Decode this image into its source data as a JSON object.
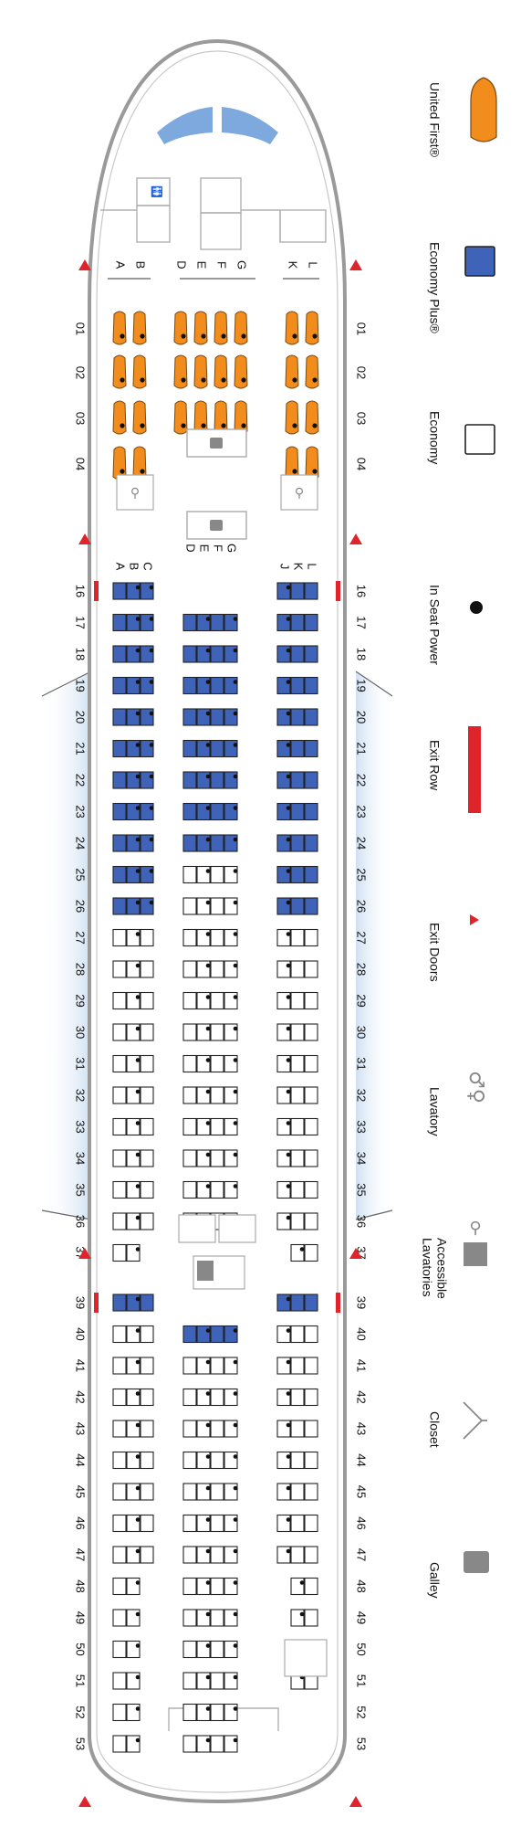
{
  "legend": {
    "united_first": "United First®",
    "economy_plus": "Economy Plus®",
    "economy": "Economy",
    "in_seat_power": "In Seat Power",
    "exit_row": "Exit Row",
    "exit_doors": "Exit Doors",
    "lavatory": "Lavatory",
    "accessible_lavatories_line1": "Accessible",
    "accessible_lavatories_line2": "Lavatories",
    "closet": "Closet",
    "galley": "Galley"
  },
  "colors": {
    "first": "#f28c1c",
    "economy_plus": "#3f63b8",
    "economy": "#ffffff",
    "exit_row": "#e0242b",
    "window_glow": "#cfe0f2",
    "fuselage": "#9a9a9a"
  },
  "first_class": {
    "rows": [
      "01",
      "02",
      "03",
      "04"
    ],
    "left_letters": [
      "A",
      "B"
    ],
    "center_letters": [
      "D",
      "E",
      "F",
      "G"
    ],
    "right_letters": [
      "K",
      "L"
    ]
  },
  "cabin": {
    "left_letters": [
      "A",
      "B",
      "C"
    ],
    "center_letters": [
      "D",
      "E",
      "F",
      "G"
    ],
    "right_letters": [
      "J",
      "K",
      "L"
    ],
    "rows": [
      "16",
      "17",
      "18",
      "19",
      "20",
      "21",
      "22",
      "23",
      "24",
      "25",
      "26",
      "27",
      "28",
      "29",
      "30",
      "31",
      "32",
      "33",
      "34",
      "35",
      "36",
      "37",
      "39",
      "40",
      "41",
      "42",
      "43",
      "44",
      "45",
      "46",
      "47",
      "48",
      "49",
      "50",
      "51",
      "52",
      "53"
    ]
  }
}
